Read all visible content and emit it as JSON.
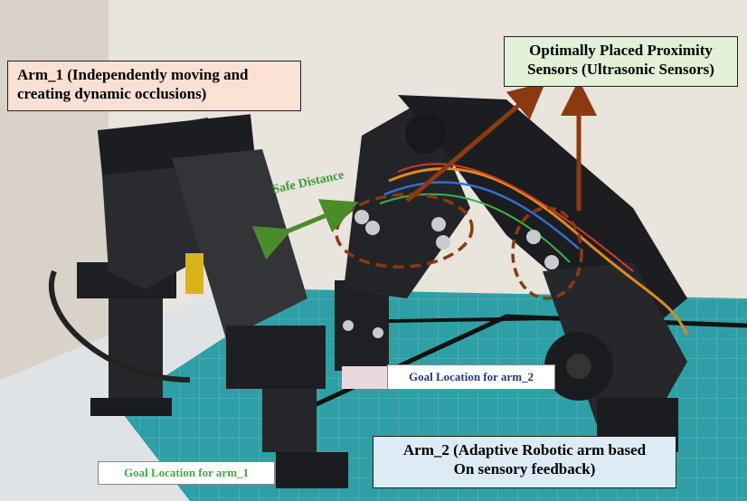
{
  "labels": {
    "arm1": "Arm_1 (Independently moving and\ncreating dynamic occlusions)",
    "sensors": "Optimally Placed Proximity\nSensors (Ultrasonic Sensors)",
    "arm2": "Arm_2 (Adaptive Robotic arm based\nOn sensory feedback)",
    "goal_arm2": "Goal Location for arm_2",
    "goal_arm1": "Goal Location for arm_1",
    "safe_distance": "Safe Distance"
  },
  "colors": {
    "arrow_brown": "#8b3a10",
    "arrow_green": "#4a8c2a",
    "mat_teal": "#2f9fa6",
    "robot_black": "#1e1f22",
    "arm1_box": "#fbe1d4",
    "sensor_box": "#e3f1d8",
    "arm2_box": "#dcebf6"
  }
}
